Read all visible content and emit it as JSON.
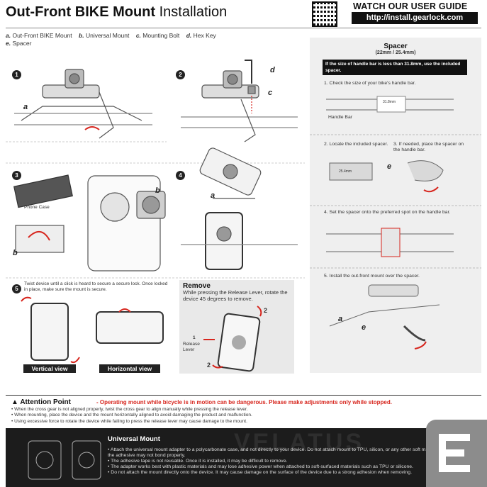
{
  "header": {
    "title_bold": "Out-Front BIKE Mount",
    "title_light": "Installation",
    "watch_label": "WATCH OUR USER GUIDE",
    "url": "http://install.gearlock.com"
  },
  "parts": [
    {
      "key": "a.",
      "label": "Out-Front BIKE Mount"
    },
    {
      "key": "b.",
      "label": "Universal Mount"
    },
    {
      "key": "c.",
      "label": "Mounting Bolt"
    },
    {
      "key": "d.",
      "label": "Hex Key"
    },
    {
      "key": "e.",
      "label": "Spacer"
    }
  ],
  "steps": {
    "s1": "1",
    "s2": "2",
    "s3": "3",
    "s4": "4",
    "s5": "5",
    "label_a1": "a",
    "label_d": "d",
    "label_c": "c",
    "label_b3": "b",
    "label_b3b": "b",
    "label_a4": "a",
    "phone_case": "Phone Case",
    "step5_text": "Twist device until a click is heard to secure a secure lock. Once locked in place, make sure the mount is secure.",
    "vertical_view": "Vertical view",
    "horizontal_view": "Horizontal view"
  },
  "remove": {
    "title": "Remove",
    "text": "While pressing the Release Lever, rotate the device 45 degrees to remove.",
    "release_lever": "Release Lever",
    "num1": "1",
    "num2": "2",
    "num2b": "2"
  },
  "spacer": {
    "title": "Spacer",
    "subtitle": "(22mm / 25.4mm)",
    "notice": "If the size of handle bar is less than 31.8mm, use the included spacer.",
    "step1": "1. Check the size of your bike's handle bar.",
    "handle_bar": "Handle Bar",
    "ruler": "31.8mm",
    "step2": "2. Locate the included spacer.",
    "step3": "3. If needed, place the spacer on the handle bar.",
    "spacer_size": "25.4mm",
    "label_e": "e",
    "step4": "4. Set the spacer onto the preferred spot on the handle bar.",
    "step5": "5. Install the out-front mount over the spacer.",
    "label_a": "a",
    "label_e2": "e"
  },
  "attention": {
    "title": "Attention Point",
    "warning": "- Operating mount while bicycle is in motion can be dangerous. Please make adjustments only while stopped.",
    "items": [
      "When the cross gear is not aligned properly, twist the cross gear to align manually while pressing the release lever.",
      "When mounting, place the device and the mount horizontally aligned to avoid damaging the product and malfunction.",
      "Using excessive force to rotate the device while failing to press the release lever may cause damage to the mount."
    ]
  },
  "universal_mount": {
    "title": "Universal Mount",
    "watermark": "VELATUS",
    "items": [
      "Attach the universal mount adapter to a polycarbonate case, and not directly to your device. Do not attach mount to TPU, silicon, or any other soft material, as the adhesive may not bond properly.",
      "The adhesive tape is not reusable. Once it is installed, it may be difficult to remove.",
      "The adapter works best with plastic materials and may lose adhesive power when attached to soft-surfaced materials such as TPU or silicone.",
      "Do not attach the mount directly onto the device. It may cause damage on the surface of the device due to a strong adhesion when removing."
    ]
  },
  "colors": {
    "accent_red": "#d7261e",
    "dark_band": "#1c1c1c",
    "panel_gray": "#efefef"
  }
}
